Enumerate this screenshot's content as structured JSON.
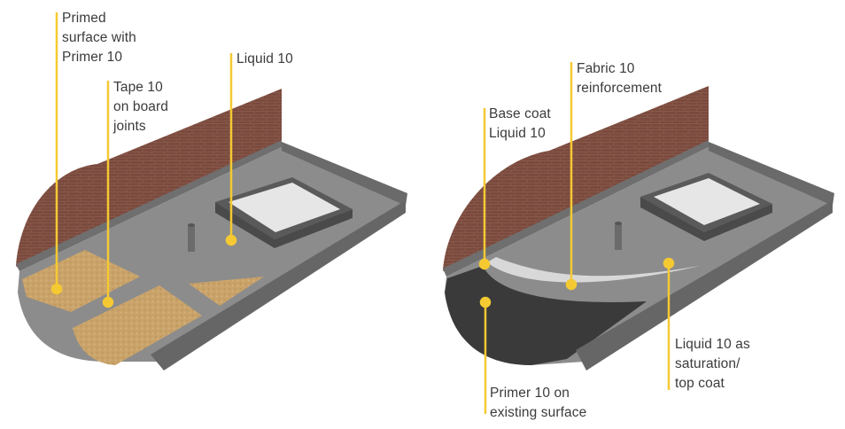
{
  "colors": {
    "leader": "#f5c932",
    "text": "#3b3b3b",
    "brick": "#7a4a3e",
    "membrane": "#8a8a8a",
    "membrane_dark": "#5e5e5e",
    "board": "#c9a36a",
    "primer_dark": "#3a3a3a",
    "fabric": "#d8d8d8",
    "skylight": "#e6e6e6"
  },
  "left_diagram": {
    "labels": [
      {
        "id": "primed-surface",
        "lines": [
          "Primed",
          "surface with",
          "Primer 10"
        ]
      },
      {
        "id": "tape",
        "lines": [
          "Tape 10",
          "on board",
          "joints"
        ]
      },
      {
        "id": "liquid",
        "lines": [
          "Liquid 10"
        ]
      }
    ]
  },
  "right_diagram": {
    "labels": [
      {
        "id": "base-coat",
        "lines": [
          "Base coat",
          "Liquid 10"
        ]
      },
      {
        "id": "fabric",
        "lines": [
          "Fabric 10",
          "reinforcement"
        ]
      },
      {
        "id": "saturation",
        "lines": [
          "Liquid 10 as",
          "saturation/",
          "top coat"
        ]
      },
      {
        "id": "primer-existing",
        "lines": [
          "Primer 10 on",
          "existing surface"
        ]
      }
    ]
  }
}
